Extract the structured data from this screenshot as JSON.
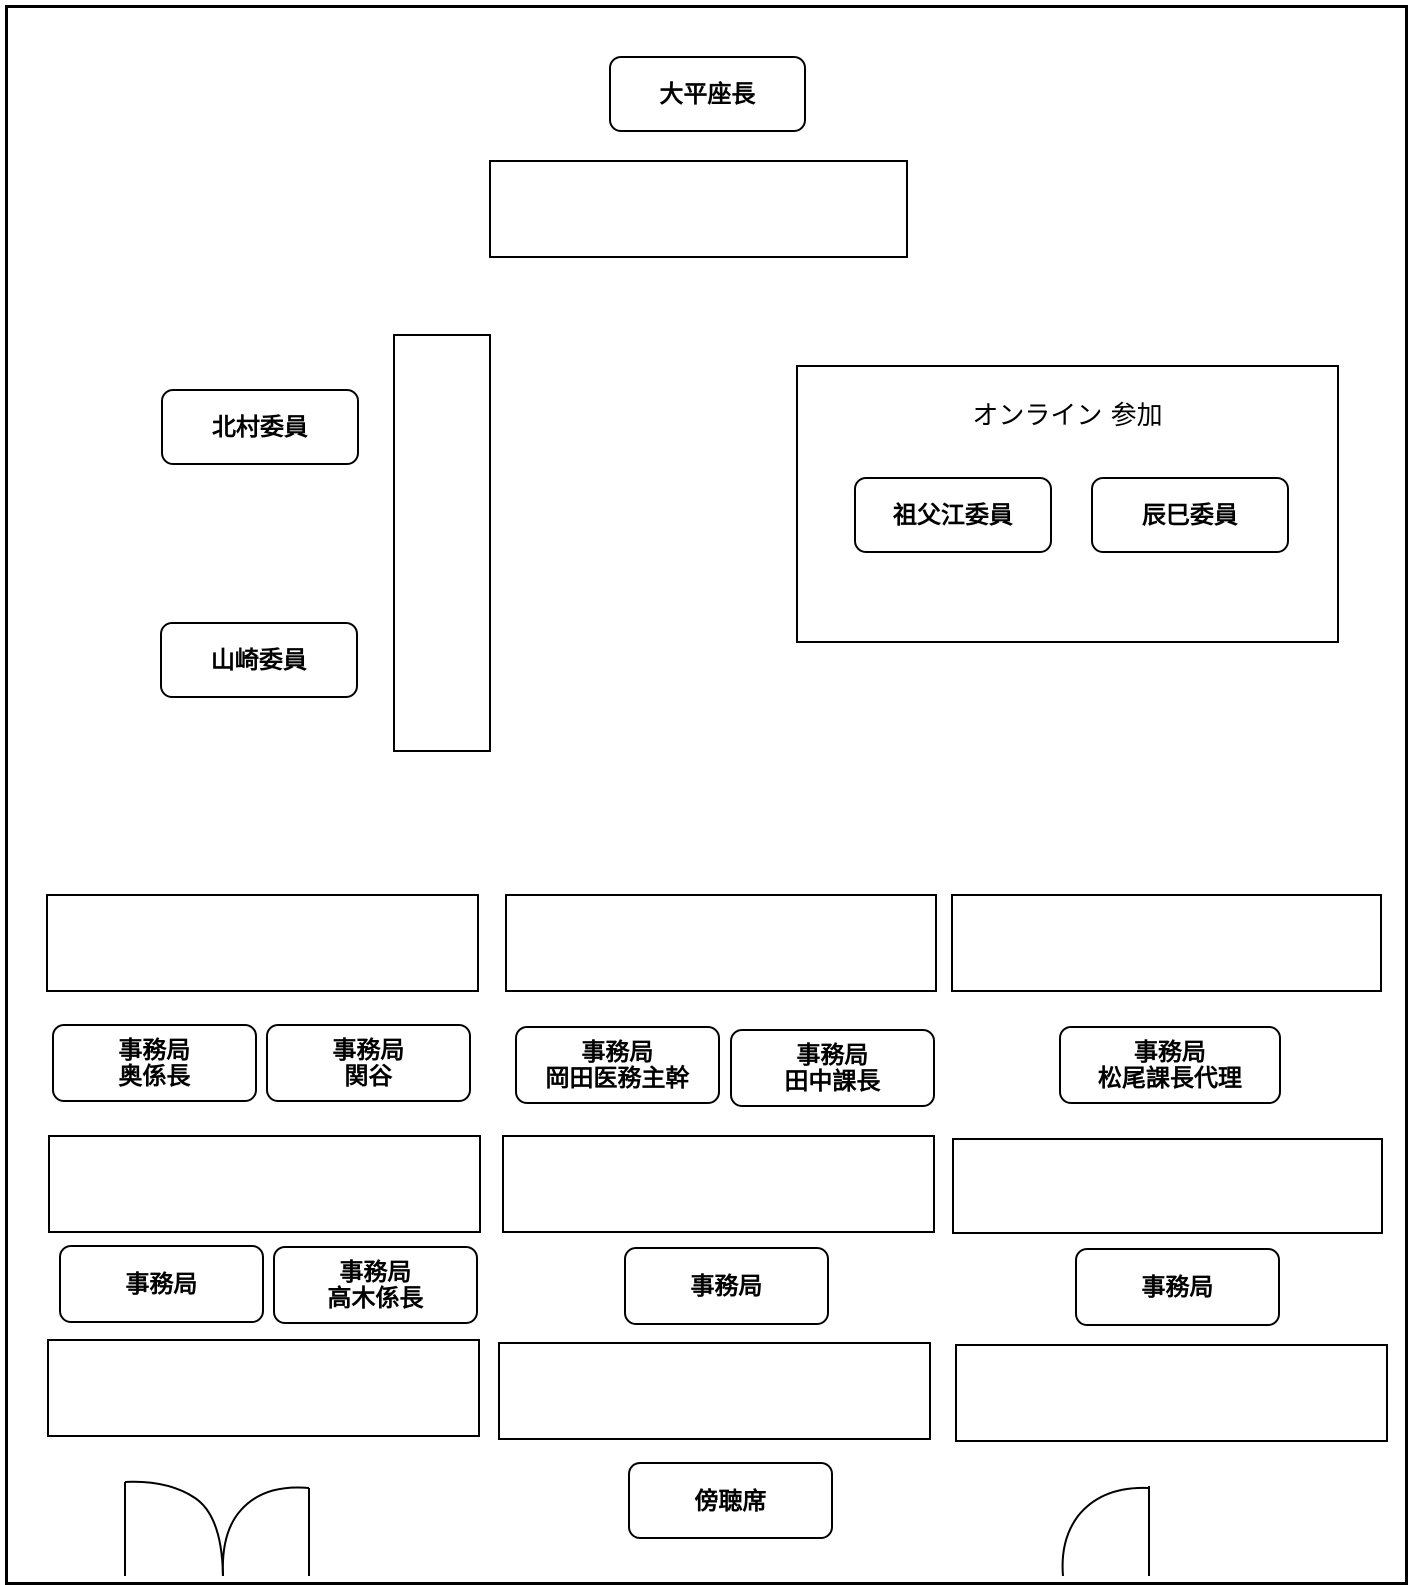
{
  "chair": {
    "label": "大平座長"
  },
  "committee": {
    "kitamura": "北村委員",
    "yamazaki": "山崎委員"
  },
  "online": {
    "title": "オンライン 参加",
    "sofue": "祖父江委員",
    "tatsumi": "辰巳委員"
  },
  "secretariat": {
    "row1": [
      "事務局\n奥係長",
      "事務局\n関谷",
      "事務局\n岡田医務主幹",
      "事務局\n田中課長",
      "事務局\n松尾課長代理"
    ],
    "row2": [
      "事務局",
      "事務局\n高木係長",
      "事務局",
      "事務局"
    ]
  },
  "gallery": {
    "label": "傍聴席"
  },
  "colors": {
    "line": "#000000",
    "background": "#ffffff"
  }
}
